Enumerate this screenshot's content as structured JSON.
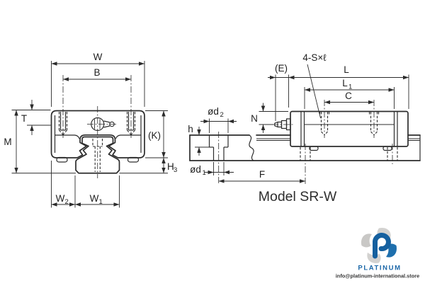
{
  "drawing": {
    "caption": "Model SR-W",
    "front_view": {
      "labels": {
        "W": "W",
        "B": "B",
        "T": "T",
        "M": "M",
        "K": "(K)",
        "H3": {
          "base": "H",
          "sub": "3"
        },
        "W2": {
          "base": "W",
          "sub": "2"
        },
        "W1": {
          "base": "W",
          "sub": "1"
        }
      }
    },
    "side_view": {
      "labels": {
        "holes_callout": "4-S×ℓ",
        "E": "(E)",
        "L": "L",
        "L1": {
          "base": "L",
          "sub": "1"
        },
        "C": "C",
        "N": "N",
        "d2": {
          "base": "ød",
          "sub": "2"
        },
        "h": "h",
        "d1": {
          "base": "ød",
          "sub": "1"
        },
        "F": "F"
      }
    }
  },
  "watermark": {
    "brand": "PLATINUM",
    "email": "info@platinum-international.store",
    "logo_letter": "P",
    "colors": {
      "blue": "#1e6fad",
      "dark_blue": "#15609f",
      "gray": "#d3d2d0"
    }
  },
  "colors": {
    "line": "#2c2c2c",
    "background": "#ffffff",
    "text": "#1e1e1e"
  }
}
